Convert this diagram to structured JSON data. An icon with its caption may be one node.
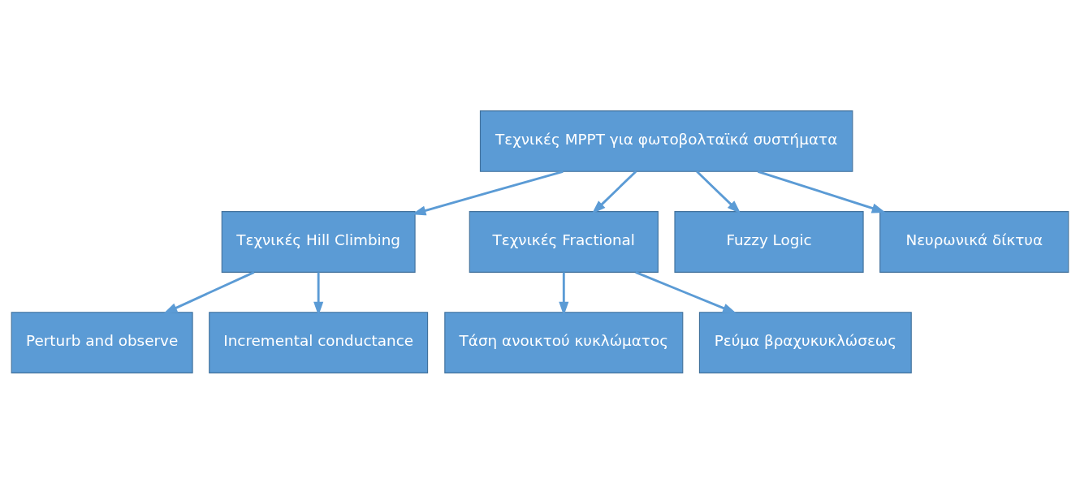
{
  "diagram": {
    "nodes": [
      {
        "text": [
          "Τεχνικές MPPT για φωτοβολταϊκά συστήματα"
        ]
      },
      {
        "text": [
          "Τεχνικές Hill Climbing"
        ]
      },
      {
        "text": [
          "Τεχνικές Fractional"
        ]
      },
      {
        "text": [
          "Fuzzy Logic"
        ]
      },
      {
        "text": [
          "Νευρωνικά δίκτυα"
        ]
      },
      {
        "text": [
          "Perturb and observe"
        ]
      },
      {
        "text": [
          "Incremental conductance"
        ]
      },
      {
        "text": [
          "Τάση ανοικτού κυκλώματος"
        ]
      },
      {
        "text": [
          "Ρεύμα βραχυκυκλώσεως"
        ]
      }
    ],
    "edges": [
      {
        "from": 0,
        "to": 1,
        "arrow": "to"
      },
      {
        "from": 0,
        "to": 2,
        "arrow": "to"
      },
      {
        "from": 0,
        "to": 3,
        "arrow": "to"
      },
      {
        "from": 0,
        "to": 4,
        "arrow": "to"
      },
      {
        "from": 1,
        "to": 5,
        "arrow": "to"
      },
      {
        "from": 1,
        "to": 6,
        "arrow": "to"
      },
      {
        "from": 2,
        "to": 7,
        "arrow": "to"
      },
      {
        "from": 2,
        "to": 8,
        "arrow": "to"
      }
    ]
  }
}
